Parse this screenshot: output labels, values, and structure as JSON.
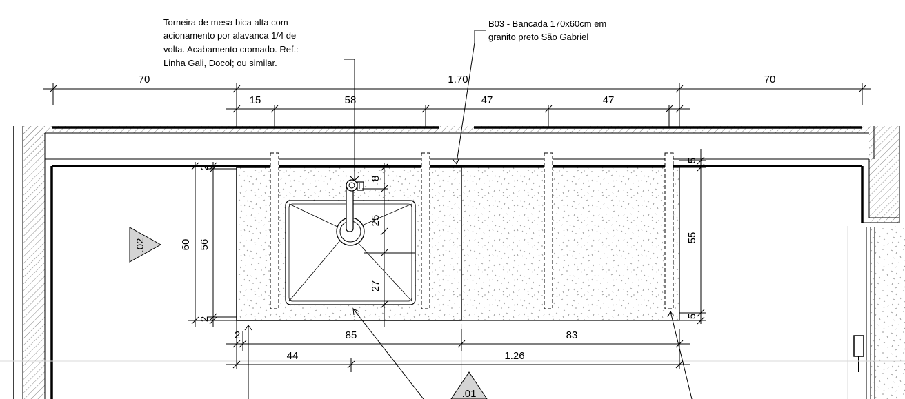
{
  "notes": {
    "faucet": [
      "Torneira de mesa bica alta com",
      "acionamento por alavanca 1/4 de",
      "volta. Acabamento cromado. Ref.:",
      "Linha Gali, Docol; ou similar."
    ],
    "counter": [
      "B03 - Bancada 170x60cm em",
      "granito preto São Gabriel"
    ]
  },
  "dimensions": {
    "top_left_70": "70",
    "top_total": "1.70",
    "top_right_70": "70",
    "top_15": "15",
    "top_58": "58",
    "top_47a": "47",
    "top_47b": "47",
    "left_60": "60",
    "left_56": "56",
    "left_2_top": "2",
    "left_2_bottom": "2",
    "faucet_8": "8",
    "sink_25": "25",
    "sink_27": "27",
    "right_55": "55",
    "right_5_top": "5",
    "right_5_bottom": "5",
    "bottom_2": "2",
    "bottom_85": "85",
    "bottom_83": "83",
    "bottom_44": "44",
    "bottom_126": "1.26"
  },
  "section_markers": {
    "m02": ".02",
    "m01": ".01"
  }
}
